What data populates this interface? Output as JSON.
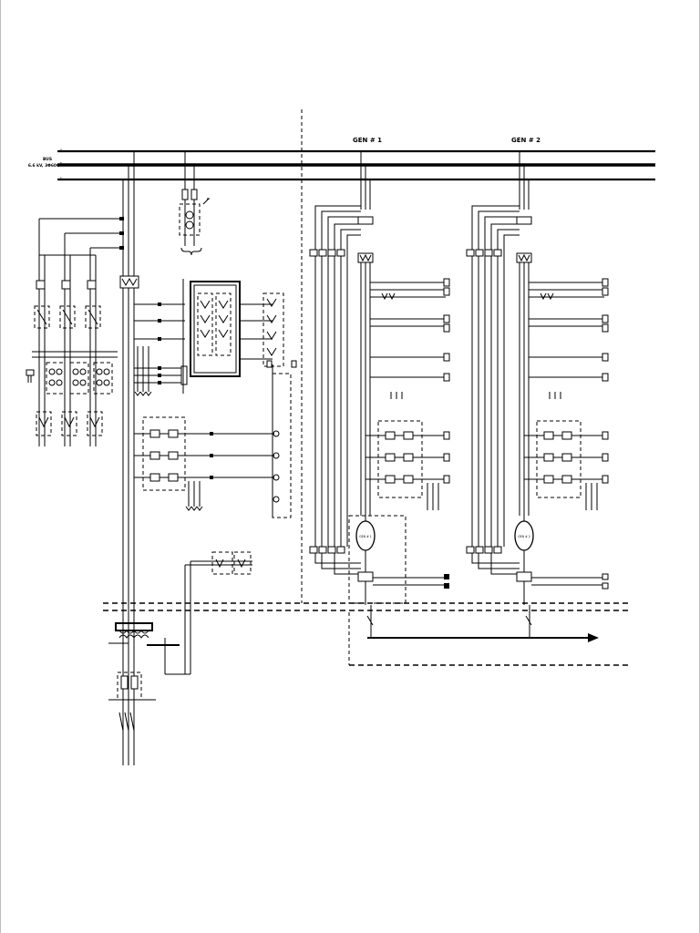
{
  "bus": {
    "name": "BUS",
    "rating": "6.6 kV, 3Φ60C",
    "phases": [
      "A",
      "B",
      "C"
    ]
  },
  "generators": [
    {
      "id": "gen-1",
      "label": "GEN # 1"
    },
    {
      "id": "gen-2",
      "label": "GEN # 2"
    }
  ],
  "colors": {
    "line": "#000000",
    "background": "#ffffff",
    "frame": "#bdbdbd"
  }
}
